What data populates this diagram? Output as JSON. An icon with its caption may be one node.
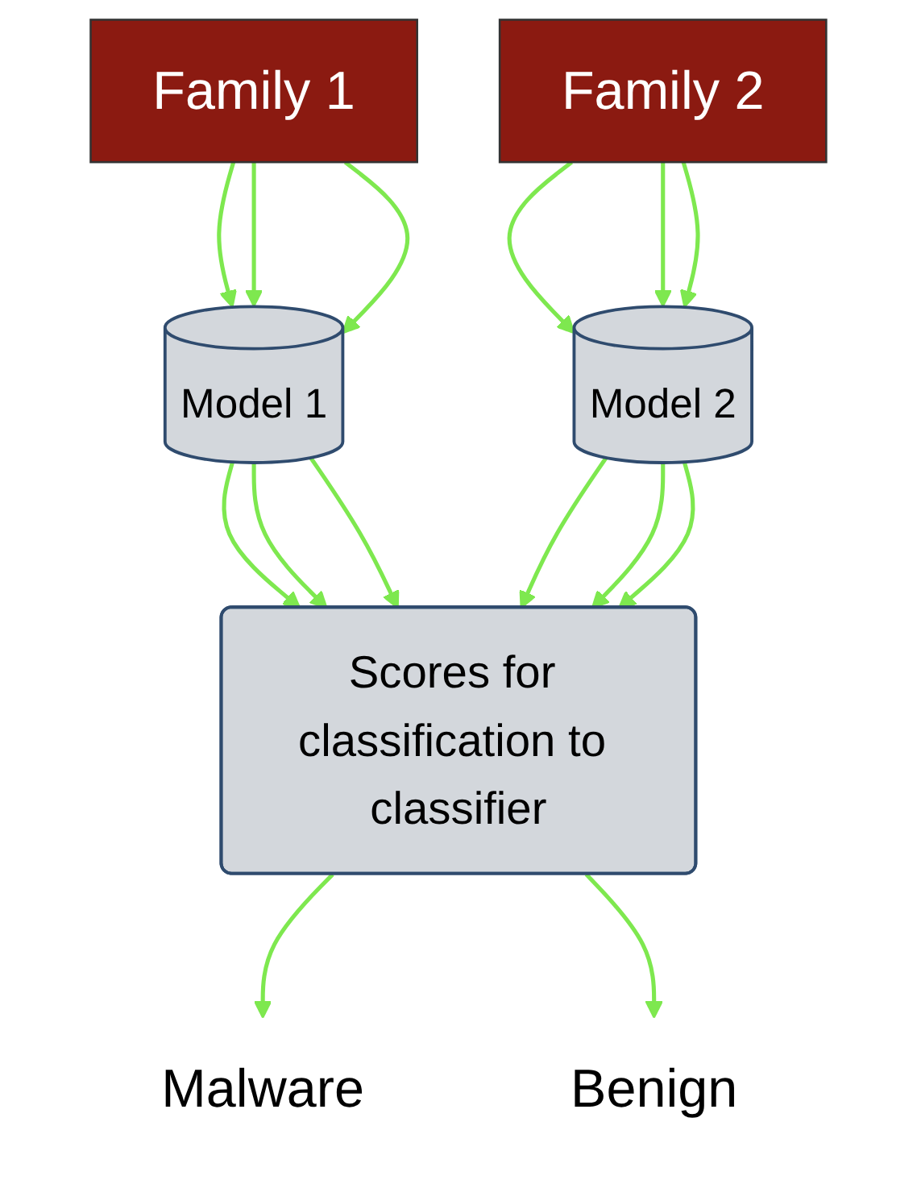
{
  "diagram": {
    "nodes": [
      {
        "text": [
          "Family 1"
        ]
      },
      {
        "text": [
          "Family 2"
        ]
      },
      {
        "text": [
          "Model 1"
        ]
      },
      {
        "text": [
          "Model 2"
        ]
      },
      {
        "text": [
          "Scores for classification to classifier"
        ]
      },
      {
        "text": [
          "Malware"
        ]
      },
      {
        "text": [
          "Benign"
        ]
      }
    ],
    "edges": [
      {
        "from": 0,
        "to": 2,
        "arrow": "to"
      },
      {
        "from": 0,
        "to": 2,
        "arrow": "to"
      },
      {
        "from": 0,
        "to": 2,
        "arrow": "to"
      },
      {
        "from": 1,
        "to": 3,
        "arrow": "to"
      },
      {
        "from": 1,
        "to": 3,
        "arrow": "to"
      },
      {
        "from": 1,
        "to": 3,
        "arrow": "to"
      },
      {
        "from": 2,
        "to": 4,
        "arrow": "to"
      },
      {
        "from": 2,
        "to": 4,
        "arrow": "to"
      },
      {
        "from": 2,
        "to": 4,
        "arrow": "to"
      },
      {
        "from": 3,
        "to": 4,
        "arrow": "to"
      },
      {
        "from": 3,
        "to": 4,
        "arrow": "to"
      },
      {
        "from": 3,
        "to": 4,
        "arrow": "to"
      },
      {
        "from": 4,
        "to": 5,
        "arrow": "to"
      },
      {
        "from": 4,
        "to": 6,
        "arrow": "to"
      }
    ]
  }
}
